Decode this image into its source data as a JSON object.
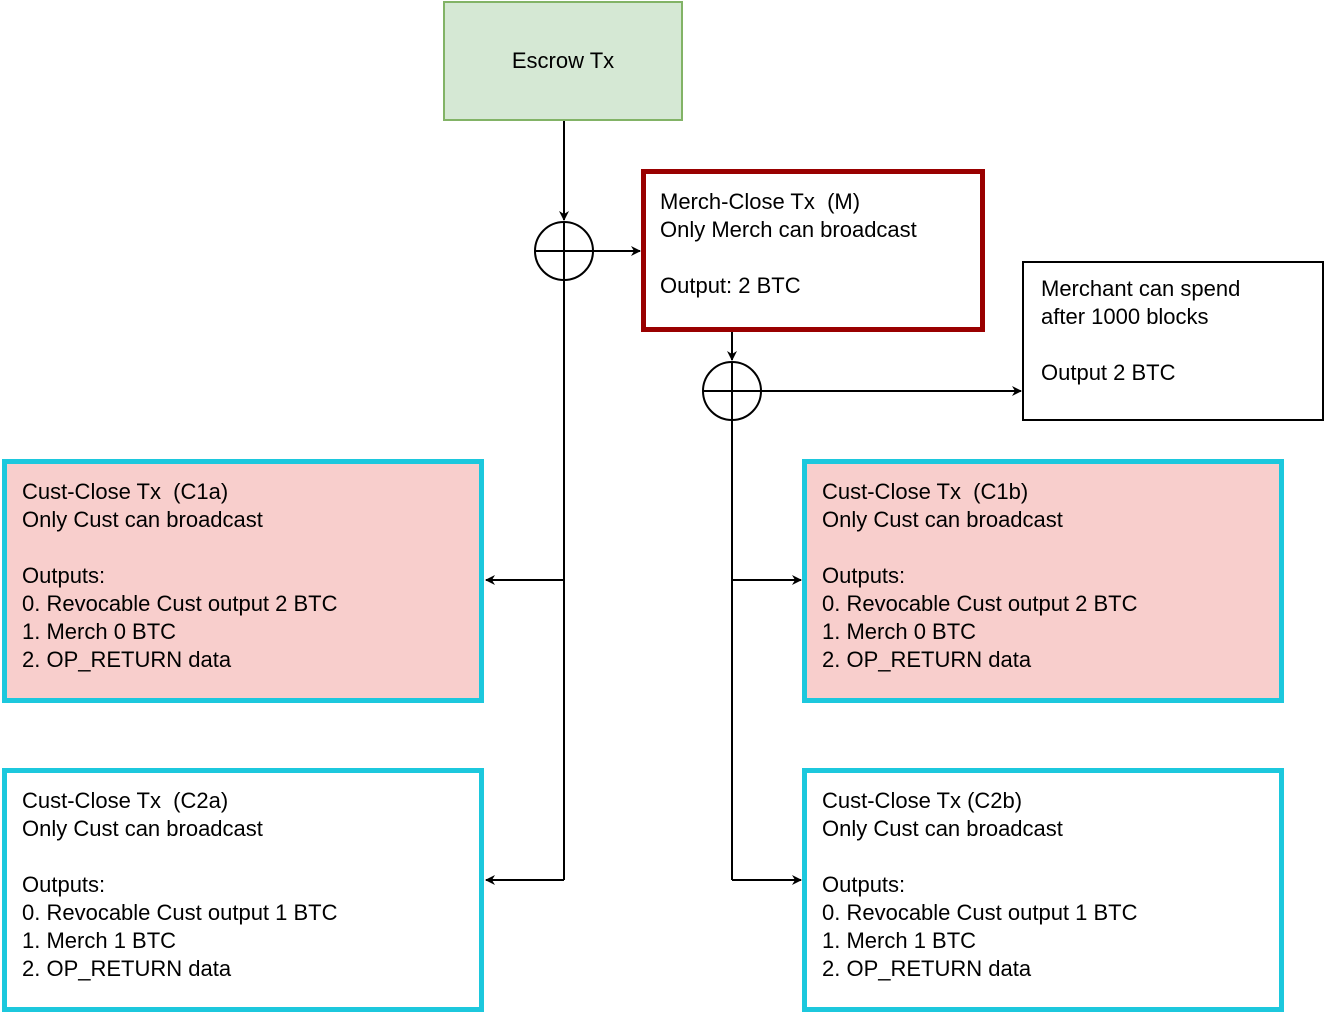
{
  "escrow": {
    "label": "Escrow Tx"
  },
  "merch_close": {
    "lines": [
      "Merch-Close Tx  (M)",
      "Only Merch can broadcast",
      "",
      "Output: 2 BTC"
    ]
  },
  "merchant_spend": {
    "lines": [
      "Merchant can spend",
      "after 1000 blocks",
      "",
      "Output 2 BTC"
    ]
  },
  "cust_c1a": {
    "lines": [
      "Cust-Close Tx  (C1a)",
      "Only Cust can broadcast",
      "",
      "Outputs:",
      "0. Revocable Cust output 2 BTC",
      "1. Merch 0 BTC",
      "2. OP_RETURN data"
    ]
  },
  "cust_c1b": {
    "lines": [
      "Cust-Close Tx  (C1b)",
      "Only Cust can broadcast",
      "",
      "Outputs:",
      "0. Revocable Cust output 2 BTC",
      "1. Merch 0 BTC",
      "2. OP_RETURN data"
    ]
  },
  "cust_c2a": {
    "lines": [
      "Cust-Close Tx  (C2a)",
      "Only Cust can broadcast",
      "",
      "Outputs:",
      "0. Revocable Cust output 1 BTC",
      "1. Merch 1 BTC",
      "2. OP_RETURN data"
    ]
  },
  "cust_c2b": {
    "lines": [
      "Cust-Close Tx (C2b)",
      "Only Cust can broadcast",
      "",
      "Outputs:",
      "0. Revocable Cust output 1 BTC",
      "1. Merch 1 BTC",
      "2. OP_RETURN data"
    ]
  },
  "colors": {
    "escrow_fill": "#d5e8d4",
    "escrow_border": "#82b366",
    "merch_close_border": "#990000",
    "cust_border": "#1cc8dd",
    "cust_pink_fill": "#f8cecc"
  },
  "icons": [
    "xor-junction-icon",
    "arrowhead-icon"
  ]
}
